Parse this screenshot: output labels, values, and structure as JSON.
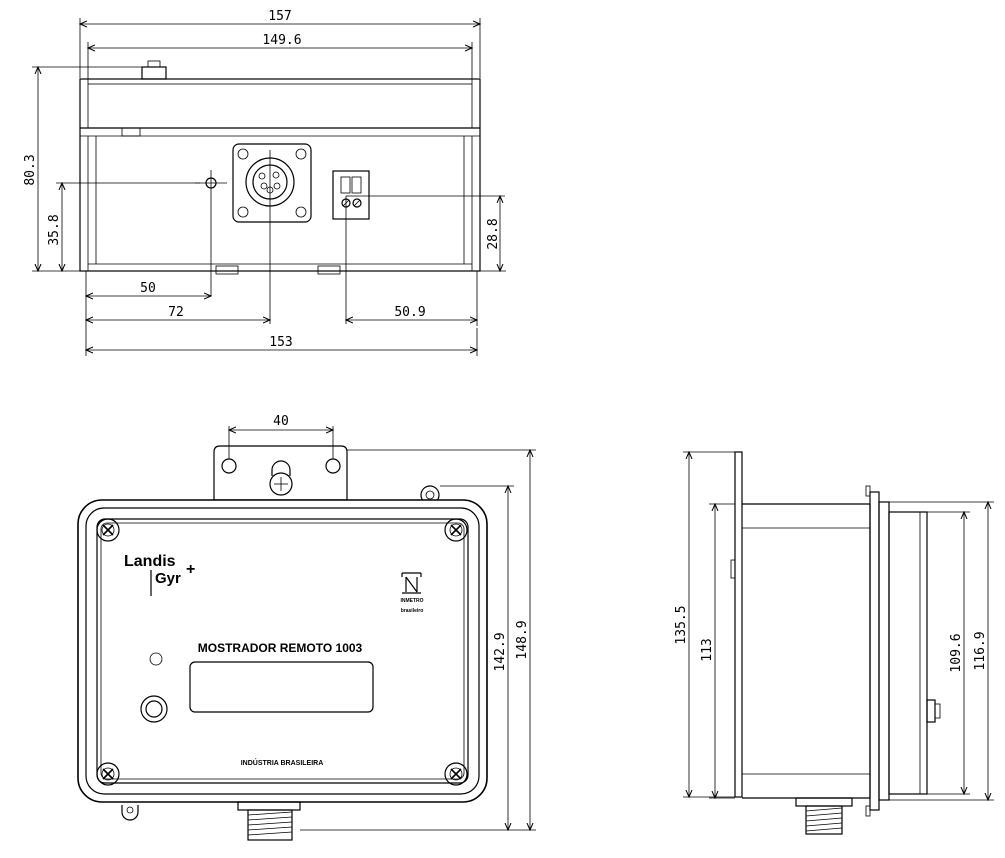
{
  "top_view": {
    "dims": {
      "overall_width": "157",
      "cover_width": "149.6",
      "height": "80.3",
      "led_height": "35.8",
      "terminal_height": "28.8",
      "led_offset": "50",
      "connector_offset": "72",
      "terminal_offset": "50.9",
      "base_width": "153"
    }
  },
  "front_view": {
    "brand": {
      "line1": "Landis",
      "line2": "Gyr"
    },
    "cert": {
      "mark": "INMETRO",
      "sub": "brasileiro"
    },
    "title": "MOSTRADOR REMOTO 1003",
    "footer": "INDÚSTRIA BRASILEIRA",
    "dims": {
      "hole_spacing": "40",
      "body_height": "142.9",
      "overall_height": "148.9"
    }
  },
  "side_view": {
    "dims": {
      "bracket_height": "135.5",
      "body_height": "113",
      "cover_height": "109.6",
      "overall_height": "116.9"
    }
  }
}
